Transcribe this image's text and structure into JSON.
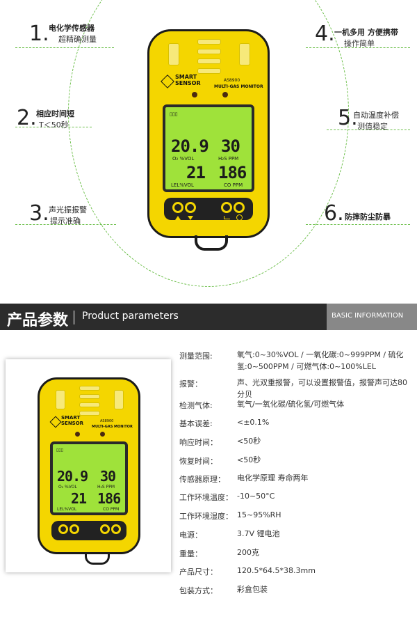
{
  "features": [
    {
      "num": "1.",
      "title": "电化学传感器",
      "sub": "超精确测量"
    },
    {
      "num": "2.",
      "title": "相应时间短",
      "sub": "T＜50秒"
    },
    {
      "num": "3.",
      "title": "声光振报警",
      "sub": "提示准确"
    },
    {
      "num": "4.",
      "title": "一机多用 方便携带",
      "sub": "操作简单"
    },
    {
      "num": "5.",
      "title": "自动温度补偿",
      "sub": "测值稳定"
    },
    {
      "num": "6.",
      "title": "防摔防尘防暴",
      "sub": ""
    }
  ],
  "device": {
    "brand_line1": "SMART",
    "brand_line2": "SENSOR",
    "model": "AS8900",
    "subtitle": "MULTI-GAS MONITOR",
    "battery": "▯▯▯",
    "o2_value": "20.9",
    "o2_label": "O₂ %VOL",
    "h2s_value": "30",
    "h2s_label": "H₂S PPM",
    "lel_value": "21",
    "lel_label": "LEL%VOL",
    "co_value": "186",
    "co_label": "CO PPM"
  },
  "header": {
    "title_cn": "产品参数",
    "title_en": "Product parameters",
    "badge": "BASIC INFORMATION"
  },
  "params": [
    {
      "label": "测量范围:",
      "value": "氧气:0~30%VOL / 一氧化碳:0~999PPM / 硫化氢:0~500PPM / 可燃气体:0~100%LEL"
    },
    {
      "label": "报警：",
      "value": "声、光双重报警，可以设置报警值，报警声可达80分贝"
    },
    {
      "label": "检测气体:",
      "value": "氧气/一氧化碳/硫化氢/可燃气体"
    },
    {
      "label": "基本误差:",
      "value": "<±0.1%"
    },
    {
      "label": "响应时间：",
      "value": "<50秒"
    },
    {
      "label": "恢复时间：",
      "value": "<50秒"
    },
    {
      "label": "传感器原理：",
      "value": "电化学原理 寿命两年"
    },
    {
      "label": "工作环境温度：",
      "value": "-10~50°C"
    },
    {
      "label": "工作环境湿度：",
      "value": "15~95%RH"
    },
    {
      "label": "电源：",
      "value": "3.7V 锂电池"
    },
    {
      "label": "重量：",
      "value": "200克"
    },
    {
      "label": "产品尺寸：",
      "value": "120.5*64.5*38.3mm"
    },
    {
      "label": "包装方式：",
      "value": "彩盒包装"
    }
  ]
}
